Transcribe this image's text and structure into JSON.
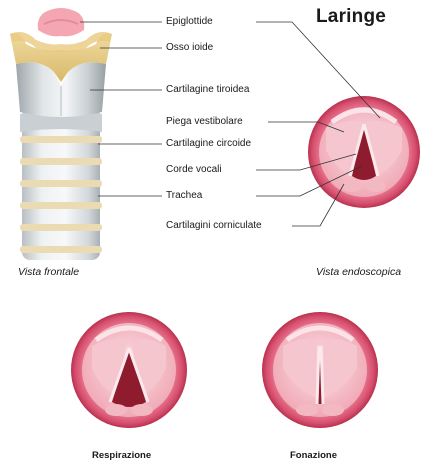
{
  "title": "Laringe",
  "labels": [
    "Epiglottide",
    "Osso ioide",
    "Cartilagine tiroidea",
    "Piega vestibolare",
    "Cartilagine circoide",
    "Corde vocali",
    "Trachea",
    "Cartilagini corniculate"
  ],
  "captions": {
    "front": "Vista frontale",
    "endoscopic": "Vista endoscopica",
    "breathing": "Respirazione",
    "phonation": "Fonazione"
  },
  "colors": {
    "ring": "#d64f6e",
    "ring_dark": "#b8324f",
    "tissue": "#f7c9cf",
    "cartilage": "#d8dde0",
    "airway": "#8e1c2e",
    "epiglottis": "#f1b6bf"
  }
}
